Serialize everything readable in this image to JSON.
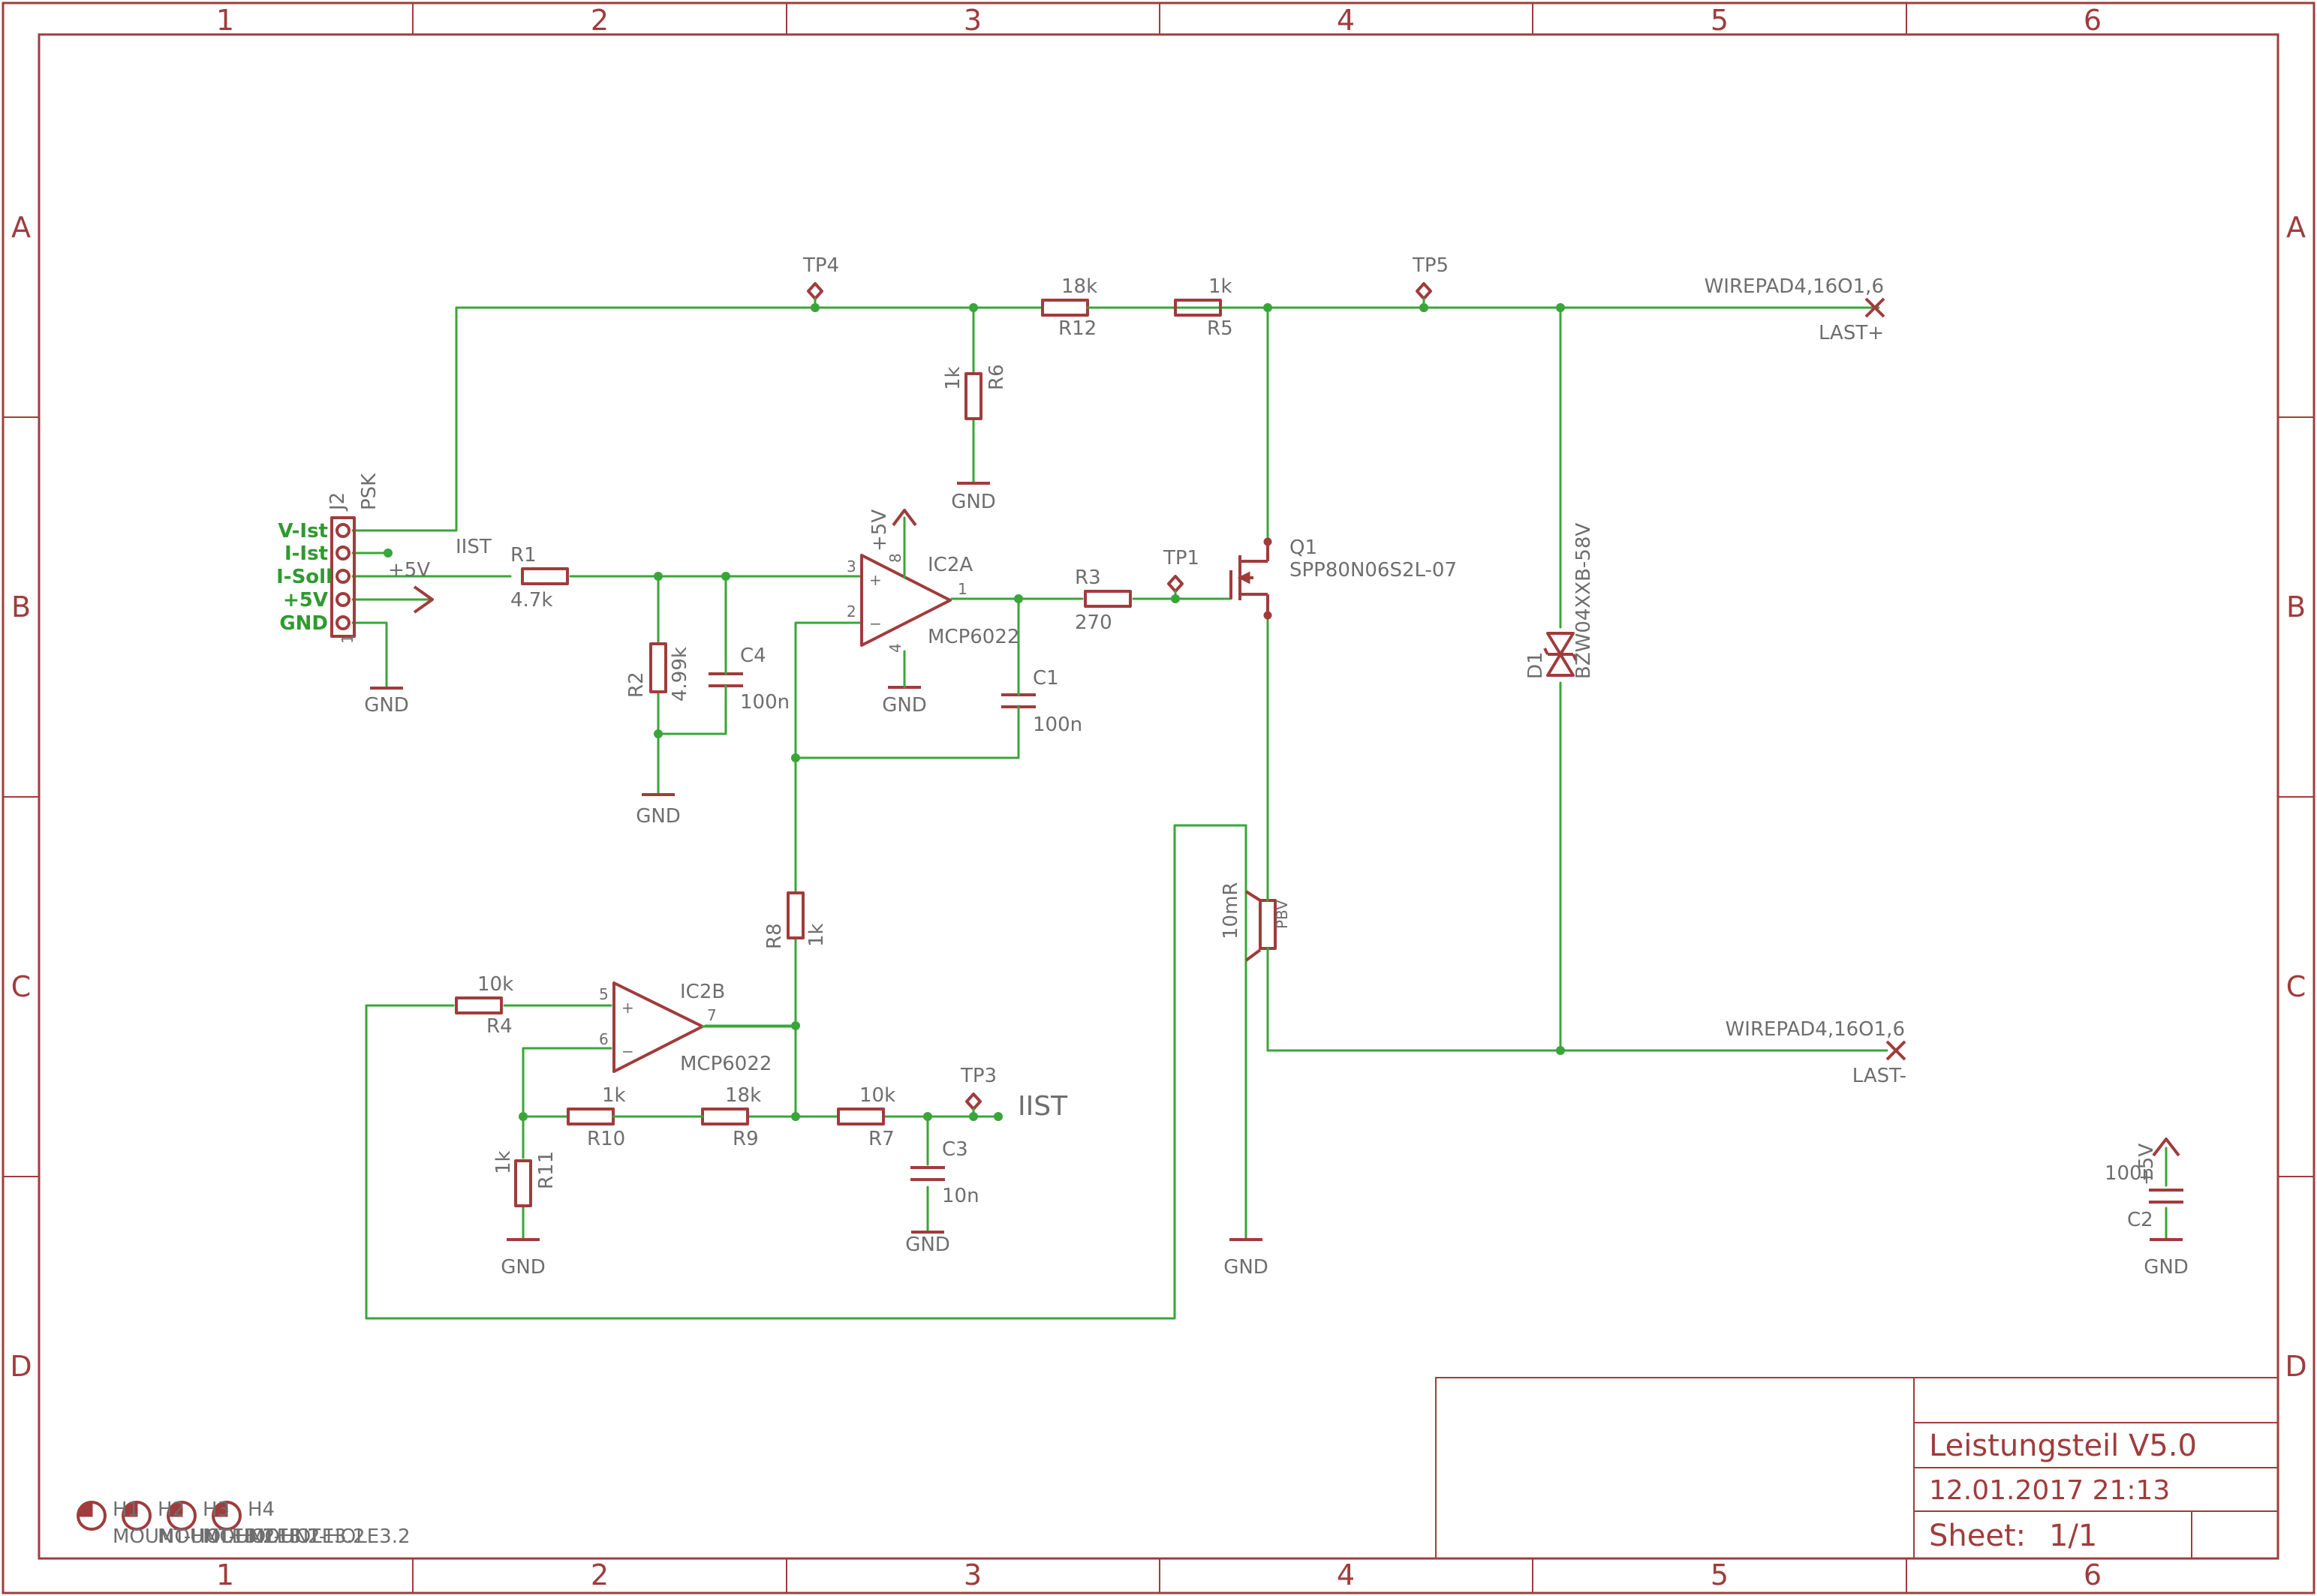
{
  "frame": {
    "columns": [
      "1",
      "2",
      "3",
      "4",
      "5",
      "6"
    ],
    "rows": [
      "A",
      "B",
      "C",
      "D"
    ]
  },
  "title_block": {
    "title": "Leistungsteil V5.0",
    "date": "12.01.2017 21:13",
    "sheet_label": "Sheet:",
    "sheet_value": "1/1"
  },
  "connector_j2": {
    "ref": "J2",
    "value": "PSK",
    "pin_labels": [
      "V-Ist",
      "I-Ist",
      "I-Soll",
      "+5V",
      "GND"
    ],
    "pin1": "1"
  },
  "nets": {
    "iist_small": "IIST",
    "iist_big": "IIST",
    "vcc_small": "+5V"
  },
  "supply_labels": {
    "gnd": "GND",
    "vcc": "+5V"
  },
  "components": {
    "r1": {
      "ref": "R1",
      "value": "4.7k"
    },
    "r2": {
      "ref": "R2",
      "value": "4.99k"
    },
    "r3": {
      "ref": "R3",
      "value": "270"
    },
    "r4": {
      "ref": "R4",
      "value": "10k"
    },
    "r5": {
      "ref": "R5",
      "value": "1k"
    },
    "r6": {
      "ref": "R6",
      "value": "1k"
    },
    "r7": {
      "ref": "R7",
      "value": "10k"
    },
    "r8": {
      "ref": "R8",
      "value": "1k"
    },
    "r9": {
      "ref": "R9",
      "value": "18k"
    },
    "r10": {
      "ref": "R10",
      "value": "1k"
    },
    "r11": {
      "ref": "R11",
      "value": "1k"
    },
    "r12": {
      "ref": "R12",
      "value": "18k"
    },
    "c1": {
      "ref": "C1",
      "value": "100n"
    },
    "c2": {
      "ref": "C2",
      "value": "100n"
    },
    "c3": {
      "ref": "C3",
      "value": "10n"
    },
    "c4": {
      "ref": "C4",
      "value": "100n"
    },
    "ic2a": {
      "ref": "IC2A",
      "value": "MCP6022",
      "pins": {
        "in_plus": "3",
        "in_minus": "2",
        "out": "1",
        "vdd": "8",
        "vss": "4"
      }
    },
    "ic2b": {
      "ref": "IC2B",
      "value": "MCP6022",
      "pins": {
        "in_plus": "5",
        "in_minus": "6",
        "out": "7"
      }
    },
    "q1": {
      "ref": "Q1",
      "value": "SPP80N06S2L-07"
    },
    "d1": {
      "ref": "D1",
      "value": "BZW04XXB-58V"
    },
    "shunt": {
      "ref": "PBV",
      "value": "10mR"
    },
    "tp1": {
      "ref": "TP1"
    },
    "tp3": {
      "ref": "TP3"
    },
    "tp4": {
      "ref": "TP4"
    },
    "tp5": {
      "ref": "TP5"
    },
    "pad_plus": {
      "value": "WIREPAD4,16O1,6",
      "net": "LAST+"
    },
    "pad_minus": {
      "value": "WIREPAD4,16O1,6",
      "net": "LAST-"
    },
    "holes": {
      "refs": [
        "H1",
        "H2",
        "H3",
        "H4"
      ],
      "value_text": "MOUNT-HOLE3.2"
    }
  },
  "colors": {
    "frame": "#a03c3c",
    "wire": "#3aa53a",
    "text": "#6e6e6e",
    "connector_text": "#2f9a2f"
  }
}
